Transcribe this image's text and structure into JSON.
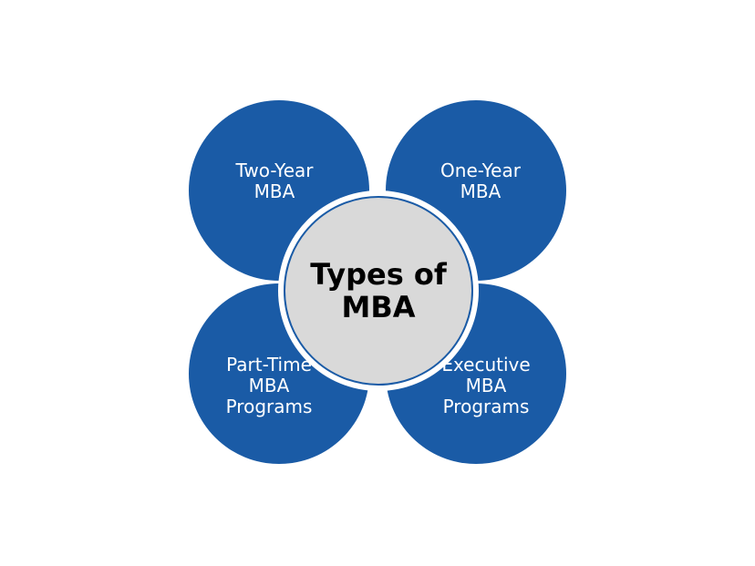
{
  "diagram": {
    "center": {
      "title": "Types of\nMBA"
    },
    "items": [
      {
        "label": "Two-Year\nMBA"
      },
      {
        "label": "One-Year\nMBA"
      },
      {
        "label": "Part-Time\nMBA\nPrograms"
      },
      {
        "label": "Executive\nMBA\nPrograms"
      }
    ]
  },
  "colors": {
    "petal_fill": "#1a5ba6",
    "center_fill": "#d9d9d9",
    "center_border": "#1a5ba6",
    "background": "#ffffff"
  }
}
